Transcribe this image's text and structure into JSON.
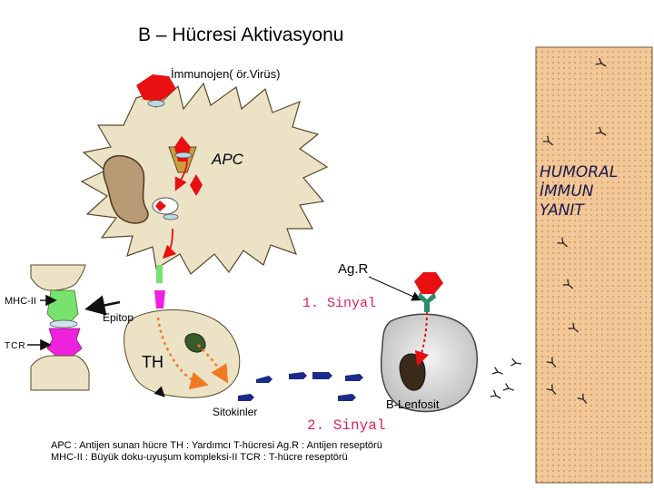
{
  "title": "B – Hücresi Aktivasyonu",
  "labels": {
    "immunojen": "İmmunojen( ör.Virüs)",
    "apc": "APC",
    "humoral": [
      "HUMORAL",
      "İMMUN",
      "YANIT"
    ],
    "agr": "Ag.R",
    "mhc": "MHC-II",
    "sinyal1": "1. Sinyal",
    "epitop": "Epitop",
    "tcr": "TCR",
    "th": "TH",
    "blenfosit": "B-Lenfosit",
    "sitokinler": "Sitokinler",
    "sinyal2": "2. Sinyal"
  },
  "legend": {
    "line1": "APC : Antijen sunan hücre   TH  : Yardımcı T-hücresi     Ag.R : Antijen reseptörü",
    "line2": "MHC-II : Büyük doku-uyuşum  kompleksi-II           TCR : T-hücre reseptörü"
  },
  "colors": {
    "antigen_red": "#e81010",
    "apc_fill": "#ece2c6",
    "humoral_panel": "#f4c796",
    "sitokin_blue": "#1a2b8a",
    "signal_orange": "#f07a22",
    "mhc_green": "#77e26e",
    "tcr_magenta": "#ee22dd",
    "receptor_green": "#2c8c6a"
  },
  "icons": [
    "antigen-icon",
    "antibody-icon",
    "cytokine-icon"
  ]
}
